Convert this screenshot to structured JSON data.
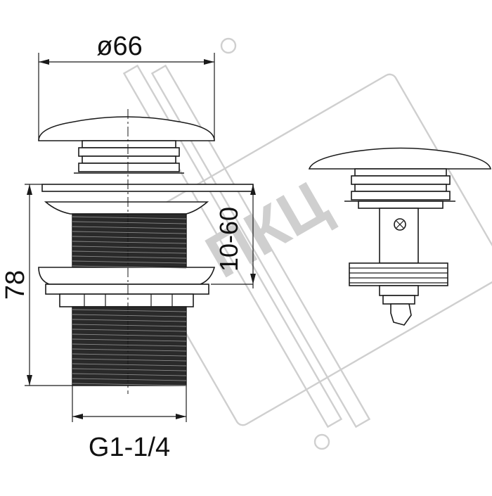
{
  "drawing": {
    "dimensions": {
      "cap_diameter": "ø66",
      "total_height": "78",
      "clamp_range": "10-60",
      "thread_size": "G1-1/4"
    },
    "watermark": "ПКЦ"
  }
}
